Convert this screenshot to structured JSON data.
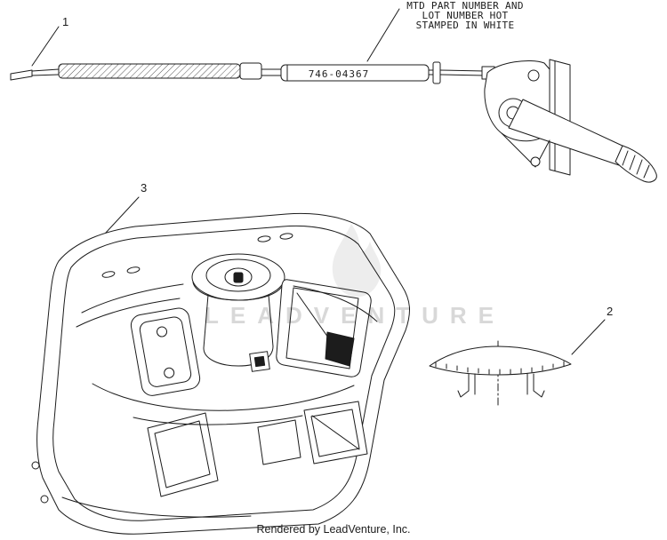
{
  "page": {
    "watermark": "LEADVENTURE",
    "footer": "Rendered by LeadVenture, Inc."
  },
  "annotation": {
    "lines": [
      "MTD PART NUMBER AND",
      "LOT NUMBER HOT",
      "STAMPED IN WHITE"
    ]
  },
  "parts": {
    "cable": {
      "callout": "1",
      "part_number": "746-04367"
    },
    "cap": {
      "callout": "2"
    },
    "console": {
      "callout": "3"
    }
  },
  "colors": {
    "line": "#1c1c1c",
    "watermark": "#d8d8d8",
    "background": "#ffffff"
  }
}
